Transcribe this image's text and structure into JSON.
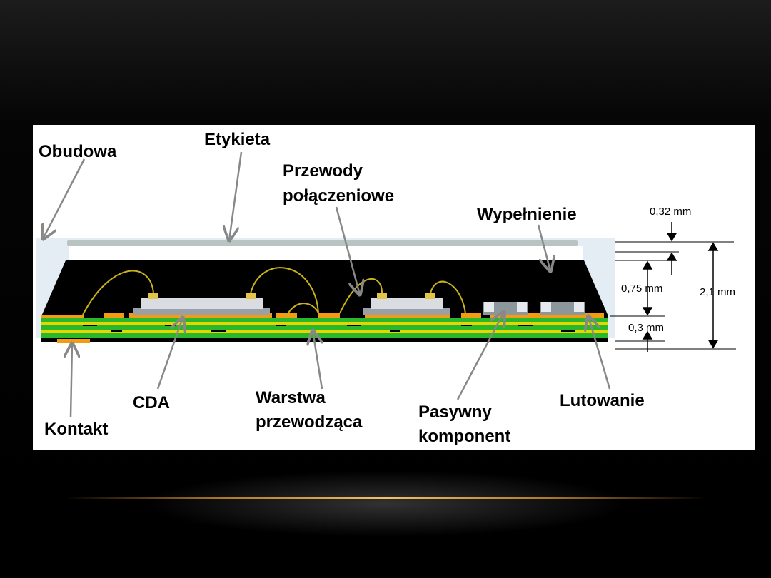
{
  "labels": {
    "casing": "Obudowa",
    "label": "Etykieta",
    "wires_line1": "Przewody",
    "wires_line2": "połączeniowe",
    "filling": "Wypełnienie",
    "contact": "Kontakt",
    "cda": "CDA",
    "layer_line1": "Warstwa",
    "layer_line2": "przewodząca",
    "passive_line1": "Pasywny",
    "passive_line2": "komponent",
    "soldering": "Lutowanie"
  },
  "dimensions": {
    "label_thickness": "0,32 mm",
    "die_height": "0,75 mm",
    "substrate_thickness": "0,3 mm",
    "total_height": "2,1 mm"
  },
  "colors": {
    "mold": "#000000",
    "substrate_green": "#27b82b",
    "substrate_yellow": "#e8d400",
    "pad_orange": "#f39c12",
    "wire": "#c9b21a",
    "label_plate": "#b8c4c2",
    "die": "#d9dde2",
    "die_base": "#9aa1a6",
    "housing": "#e4ecf4"
  }
}
